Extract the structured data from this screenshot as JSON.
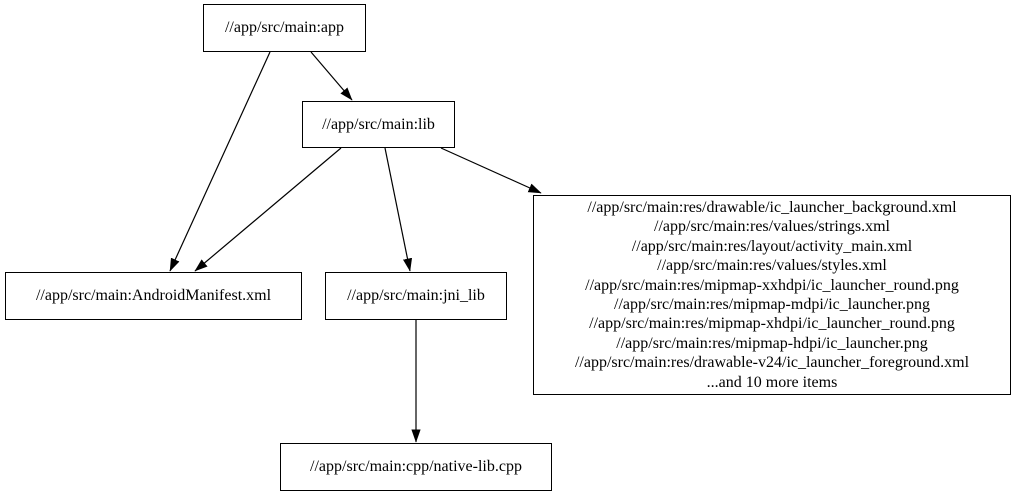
{
  "diagram": {
    "type": "dependency-graph",
    "background_color": "#ffffff",
    "node_border_color": "#000000",
    "node_fill_color": "#ffffff",
    "edge_color": "#000000",
    "text_color": "#000000",
    "nodes": {
      "app": {
        "label": "//app/src/main:app"
      },
      "lib": {
        "label": "//app/src/main:lib"
      },
      "manifest": {
        "label": "//app/src/main:AndroidManifest.xml"
      },
      "jni_lib": {
        "label": "//app/src/main:jni_lib"
      },
      "native_lib": {
        "label": "//app/src/main:cpp/native-lib.cpp"
      },
      "resources": {
        "lines": [
          "//app/src/main:res/drawable/ic_launcher_background.xml",
          "//app/src/main:res/values/strings.xml",
          "//app/src/main:res/layout/activity_main.xml",
          "//app/src/main:res/values/styles.xml",
          "//app/src/main:res/mipmap-xxhdpi/ic_launcher_round.png",
          "//app/src/main:res/mipmap-mdpi/ic_launcher.png",
          "//app/src/main:res/mipmap-xhdpi/ic_launcher_round.png",
          "//app/src/main:res/mipmap-hdpi/ic_launcher.png",
          "//app/src/main:res/drawable-v24/ic_launcher_foreground.xml",
          "...and 10 more items"
        ]
      }
    },
    "edges": [
      {
        "from": "app",
        "to": "lib"
      },
      {
        "from": "app",
        "to": "manifest"
      },
      {
        "from": "lib",
        "to": "manifest"
      },
      {
        "from": "lib",
        "to": "jni_lib"
      },
      {
        "from": "lib",
        "to": "resources"
      },
      {
        "from": "jni_lib",
        "to": "native_lib"
      }
    ]
  }
}
